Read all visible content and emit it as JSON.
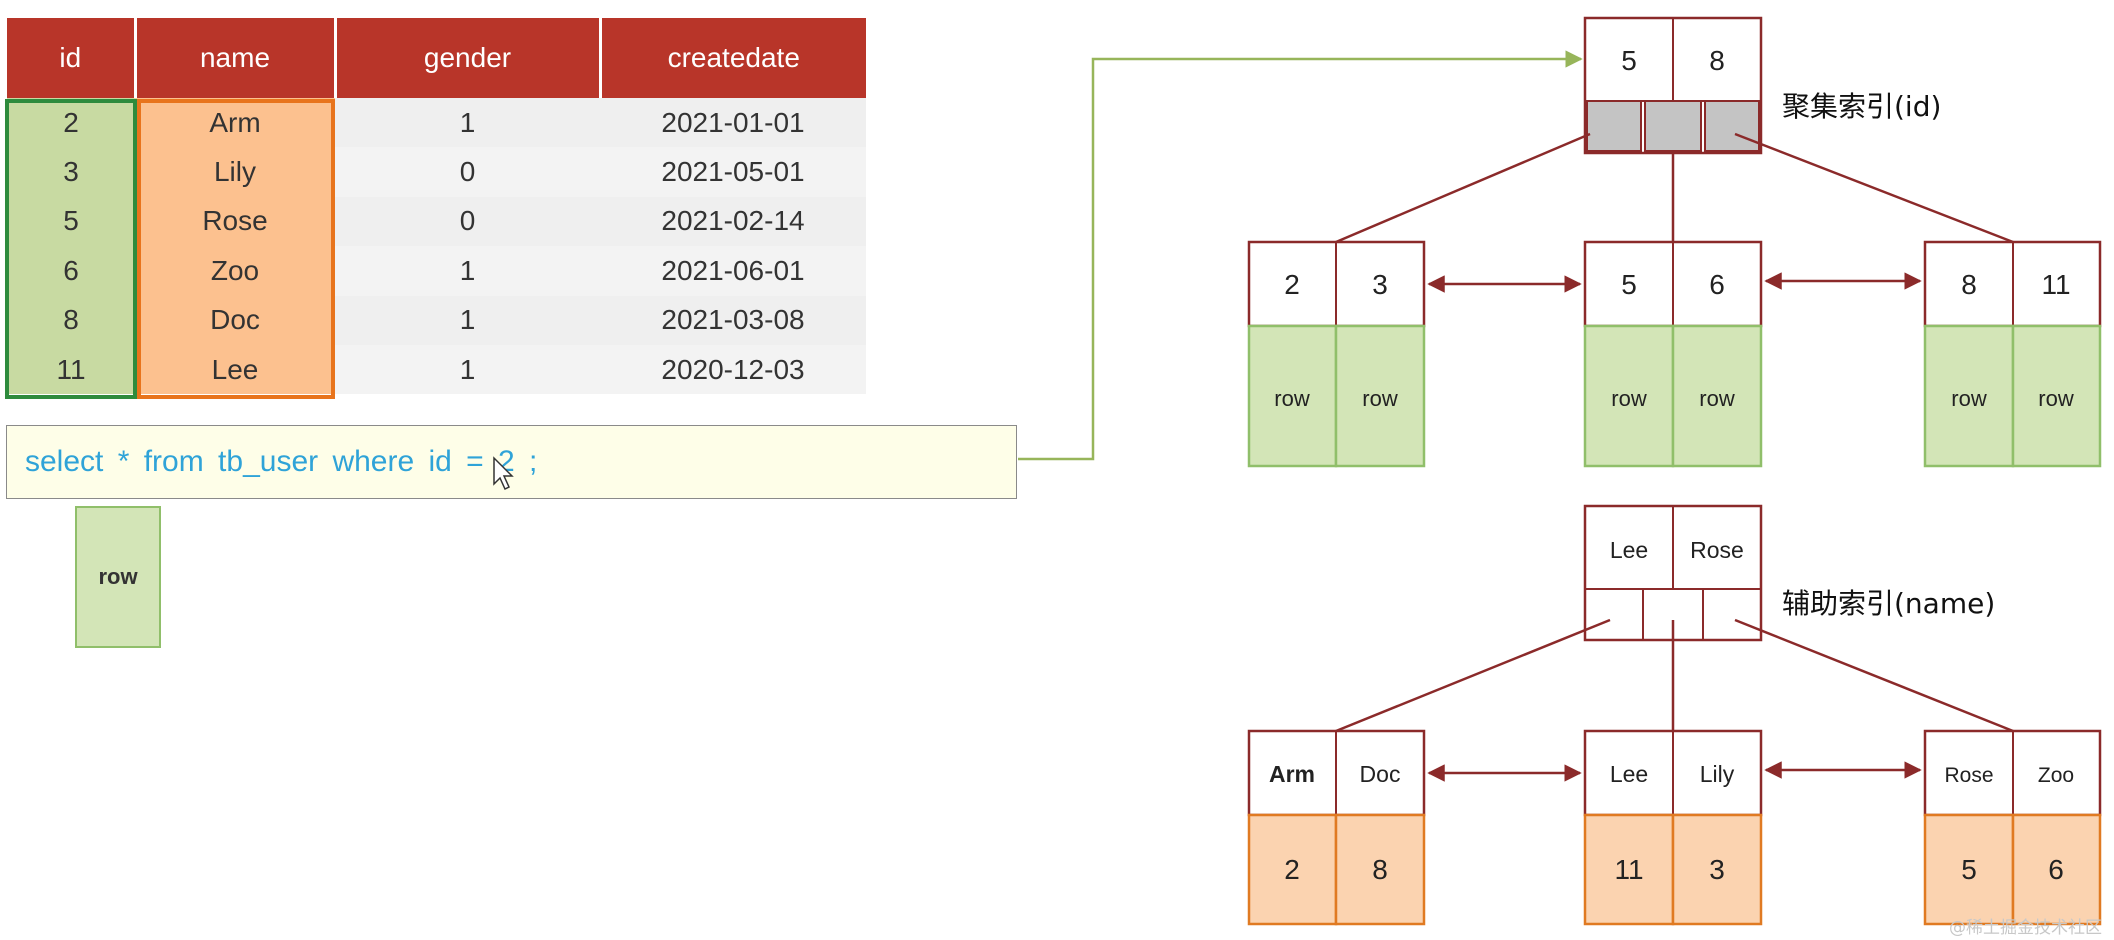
{
  "table": {
    "columns": [
      "id",
      "name",
      "gender",
      "createdate"
    ],
    "rows": [
      [
        "2",
        "Arm",
        "1",
        "2021-01-01"
      ],
      [
        "3",
        "Lily",
        "0",
        "2021-05-01"
      ],
      [
        "5",
        "Rose",
        "0",
        "2021-02-14"
      ],
      [
        "6",
        "Zoo",
        "1",
        "2021-06-01"
      ],
      [
        "8",
        "Doc",
        "1",
        "2021-03-08"
      ],
      [
        "11",
        "Lee",
        "1",
        "2020-12-03"
      ]
    ]
  },
  "query": {
    "sql": "select * from tb_user where id = 2 ;"
  },
  "result": {
    "label": "row"
  },
  "clustered_index": {
    "title": "聚集索引(id)",
    "root_keys": [
      "5",
      "8"
    ],
    "leaves": [
      {
        "keys": [
          "2",
          "3"
        ],
        "values": [
          "row",
          "row"
        ]
      },
      {
        "keys": [
          "5",
          "6"
        ],
        "values": [
          "row",
          "row"
        ]
      },
      {
        "keys": [
          "8",
          "11"
        ],
        "values": [
          "row",
          "row"
        ]
      }
    ]
  },
  "secondary_index": {
    "title": "辅助索引(name)",
    "root_keys": [
      "Lee",
      "Rose"
    ],
    "leaves": [
      {
        "keys": [
          "Arm",
          "Doc"
        ],
        "values": [
          "2",
          "8"
        ]
      },
      {
        "keys": [
          "Lee",
          "Lily"
        ],
        "values": [
          "11",
          "3"
        ]
      },
      {
        "keys": [
          "Rose",
          "Zoo"
        ],
        "values": [
          "5",
          "6"
        ]
      }
    ]
  },
  "colors": {
    "header_red": "#b83529",
    "node_border": "#8b2a2a",
    "clustered_leaf_fill": "#d3e5b7",
    "clustered_leaf_border": "#90bf6a",
    "secondary_leaf_fill": "#fbd3b0",
    "secondary_leaf_border": "#e07a22",
    "pointer_fill": "#c4c4c4",
    "connector_green": "#97b55a",
    "sql_text": "#2fa3d8"
  },
  "watermark": "@稀土掘金技术社区"
}
